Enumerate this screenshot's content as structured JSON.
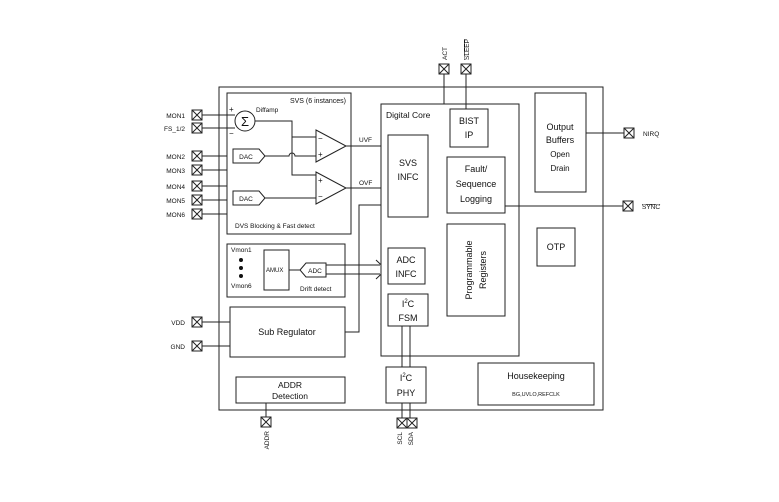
{
  "left_pins": [
    "MON1",
    "FS_1/2",
    "MON2",
    "MON3",
    "MON4",
    "MON5",
    "MON6",
    "VDD",
    "GND"
  ],
  "top_pins": [
    "ACT",
    "SLEEP"
  ],
  "right_pins": [
    "NIRQ",
    "SYNC"
  ],
  "bottom_pins": [
    "ADDR",
    "SCL",
    "SDA"
  ],
  "svs": {
    "title": "SVS (6 instances)",
    "diffamp": "Diffamp",
    "sigma": "Σ",
    "plus": "+",
    "minus": "−",
    "dac_top": "DAC",
    "dac_bottom": "DAC",
    "uvf": "UVF",
    "ovf": "OVF",
    "footer": "DVS Blocking & Fast detect"
  },
  "drift": {
    "vmon1": "Vmon1",
    "vmon6": "Vmon6",
    "amux": "AMUX",
    "adc": "ADC",
    "label": "Drift detect"
  },
  "sub_regulator": "Sub Regulator",
  "addr_detect": [
    "ADDR",
    "Detection"
  ],
  "digital_core": {
    "title": "Digital Core",
    "svs_infc": [
      "SVS",
      "INFC"
    ],
    "bist_ip": [
      "BIST",
      "IP"
    ],
    "fault": [
      "Fault/",
      "Sequence",
      "Logging"
    ],
    "prog_regs": [
      "Programmable",
      "Registers"
    ],
    "adc_infc": [
      "ADC",
      "INFC"
    ],
    "i2c_fsm": [
      "I",
      "2",
      "C",
      "FSM"
    ]
  },
  "i2c_phy": [
    "I",
    "2",
    "C",
    "PHY"
  ],
  "output_buffers": [
    "Output",
    "Buffers",
    "Open",
    "Drain"
  ],
  "otp": "OTP",
  "housekeeping": {
    "title": "Housekeeping",
    "sub": "BG,UVLO,REFCLK"
  }
}
